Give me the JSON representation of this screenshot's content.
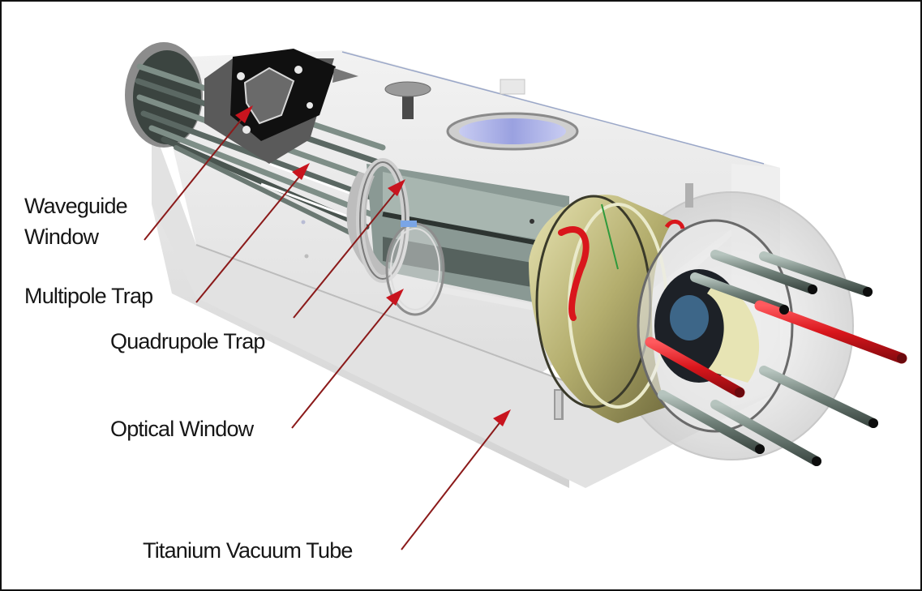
{
  "diagram": {
    "subject": "Cutaway illustration of an ion trap assembly inside a vacuum tube",
    "arrow_color": "#8b1a1a",
    "arrowhead_color": "#c8141e",
    "labels": [
      {
        "id": "waveguide-window",
        "line1": "Waveguide",
        "line2": "Window"
      },
      {
        "id": "multipole-trap",
        "text": "Multipole Trap"
      },
      {
        "id": "quadrupole-trap",
        "text": "Quadrupole Trap"
      },
      {
        "id": "optical-window",
        "text": "Optical Window"
      },
      {
        "id": "titanium-vacuum-tube",
        "text": "Titanium Vacuum Tube"
      }
    ],
    "colors": {
      "tube_body": "#e4e4e4",
      "tube_shadow": "#cfcfcf",
      "rods": "#5d6b66",
      "rod_highlight": "#9fb0a9",
      "red_rods": "#d9161c",
      "brass_flange": "#b9b47a",
      "viewport_glass": "#aeb4e6"
    }
  }
}
